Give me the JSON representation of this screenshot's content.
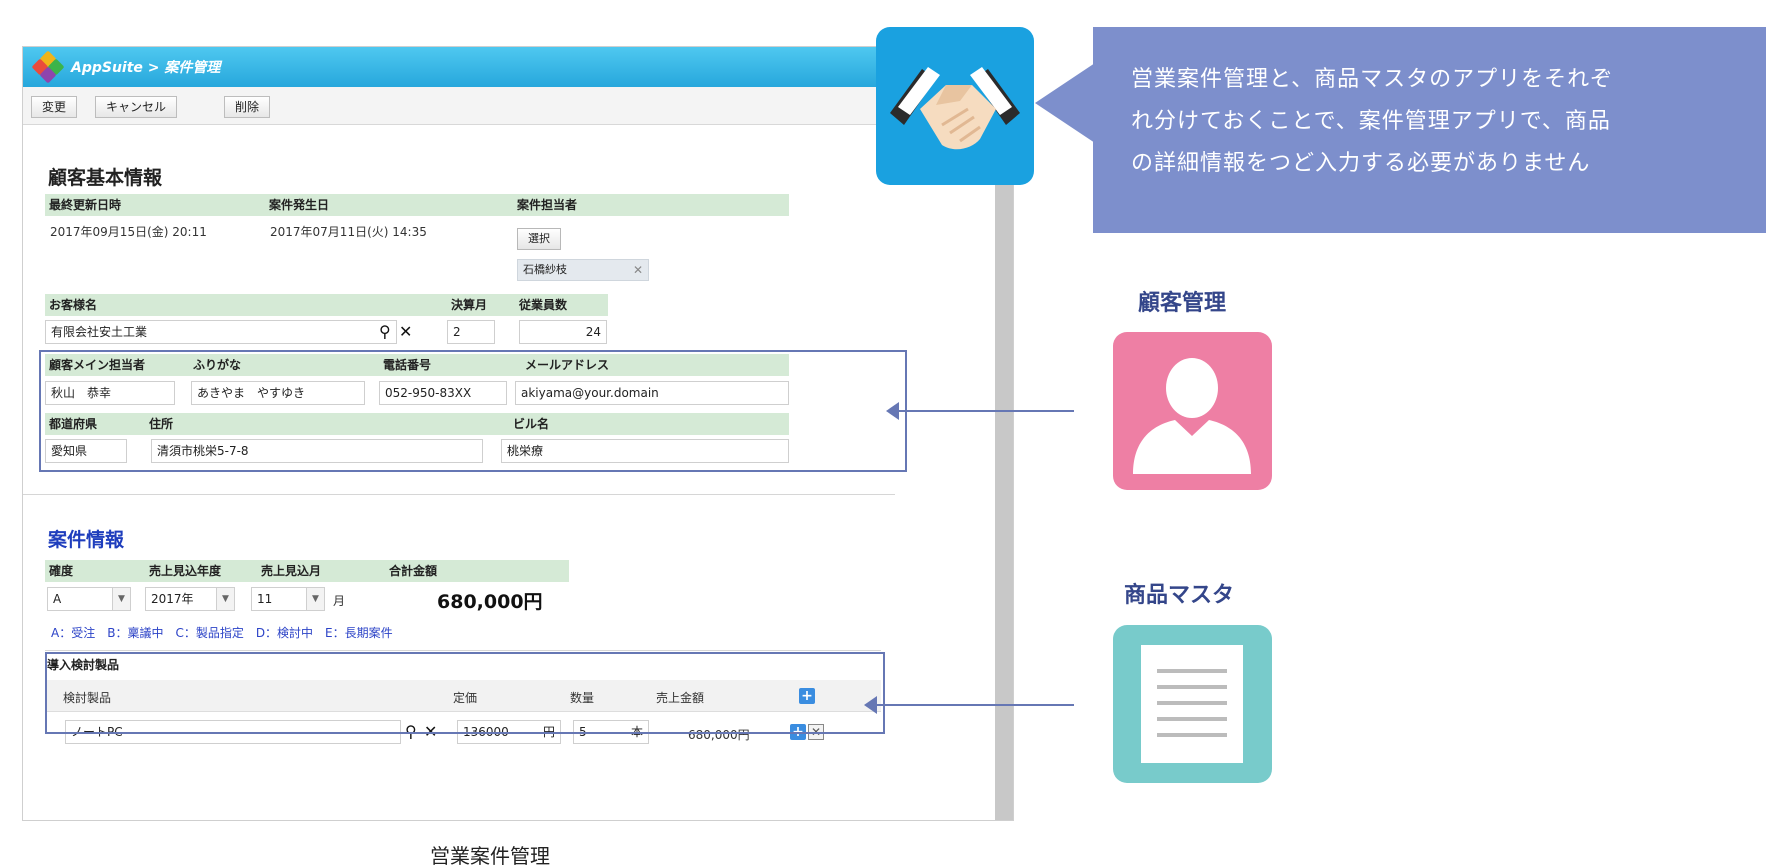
{
  "app": {
    "breadcrumb": "AppSuite > 案件管理"
  },
  "toolbar": {
    "change_label": "変更",
    "cancel_label": "キャンセル",
    "delete_label": "削除"
  },
  "customer_section": {
    "title": "顧客基本情報",
    "labels": {
      "last_updated": "最終更新日時",
      "case_created": "案件発生日",
      "case_owner": "案件担当者",
      "customer_name": "お客様名",
      "fiscal_month": "決算月",
      "employees": "従業員数",
      "main_contact": "顧客メイン担当者",
      "furigana": "ふりがな",
      "phone": "電話番号",
      "email": "メールアドレス",
      "prefecture": "都道府県",
      "address": "住所",
      "building": "ビル名"
    },
    "values": {
      "last_updated": "2017年09月15日(金) 20:11",
      "case_created": "2017年07月11日(火) 14:35",
      "select_button": "選択",
      "owner": "石橋紗枝",
      "customer_name": "有限会社安土工業",
      "fiscal_month": "2",
      "employees": "24",
      "main_contact": "秋山　恭幸",
      "furigana": "あきやま　やすゆき",
      "phone": "052-950-83XX",
      "email": "akiyama@your.domain",
      "prefecture": "愛知県",
      "address": "清須市桃栄5-7-8",
      "building": "桃栄療"
    }
  },
  "case_section": {
    "title": "案件情報",
    "labels": {
      "certainty": "確度",
      "sales_year": "売上見込年度",
      "sales_month": "売上見込月",
      "total": "合計金額"
    },
    "values": {
      "certainty": "A",
      "sales_year": "2017年",
      "sales_month": "11",
      "month_unit": "月",
      "total": "680,000円"
    },
    "legend": "A：受注　B：稟議中　C：製品指定　D：検討中　E：長期案件",
    "products": {
      "title": "導入検討製品",
      "headers": [
        "検討製品",
        "定価",
        "数量",
        "売上金額"
      ],
      "row": {
        "product": "ノートPC",
        "price": "136000",
        "price_unit": "円",
        "qty": "5",
        "qty_unit": "本",
        "amount": "680,000円"
      }
    }
  },
  "bubble": {
    "line1": "営業案件管理と、商品マスタのアプリをそれぞ",
    "line2": "れ分けておくことで、案件管理アプリで、商品",
    "line3": "の詳細情報をつど入力する必要がありません"
  },
  "side": {
    "customer_label": "顧客管理",
    "product_label": "商品マスタ"
  },
  "caption": "営業案件管理",
  "colors": {
    "titlebar": "#27a7dc",
    "label_bg": "#d5ead6",
    "bubble": "#7d8fcc",
    "customer_tile": "#ee7fa4",
    "product_tile": "#78cbcb",
    "handshake_tile": "#1aa1e0",
    "highlight": "#6677b4"
  },
  "icons": [
    "handshake-icon",
    "person-icon",
    "document-icon",
    "search-icon",
    "clear-icon",
    "add-icon",
    "remove-icon"
  ]
}
